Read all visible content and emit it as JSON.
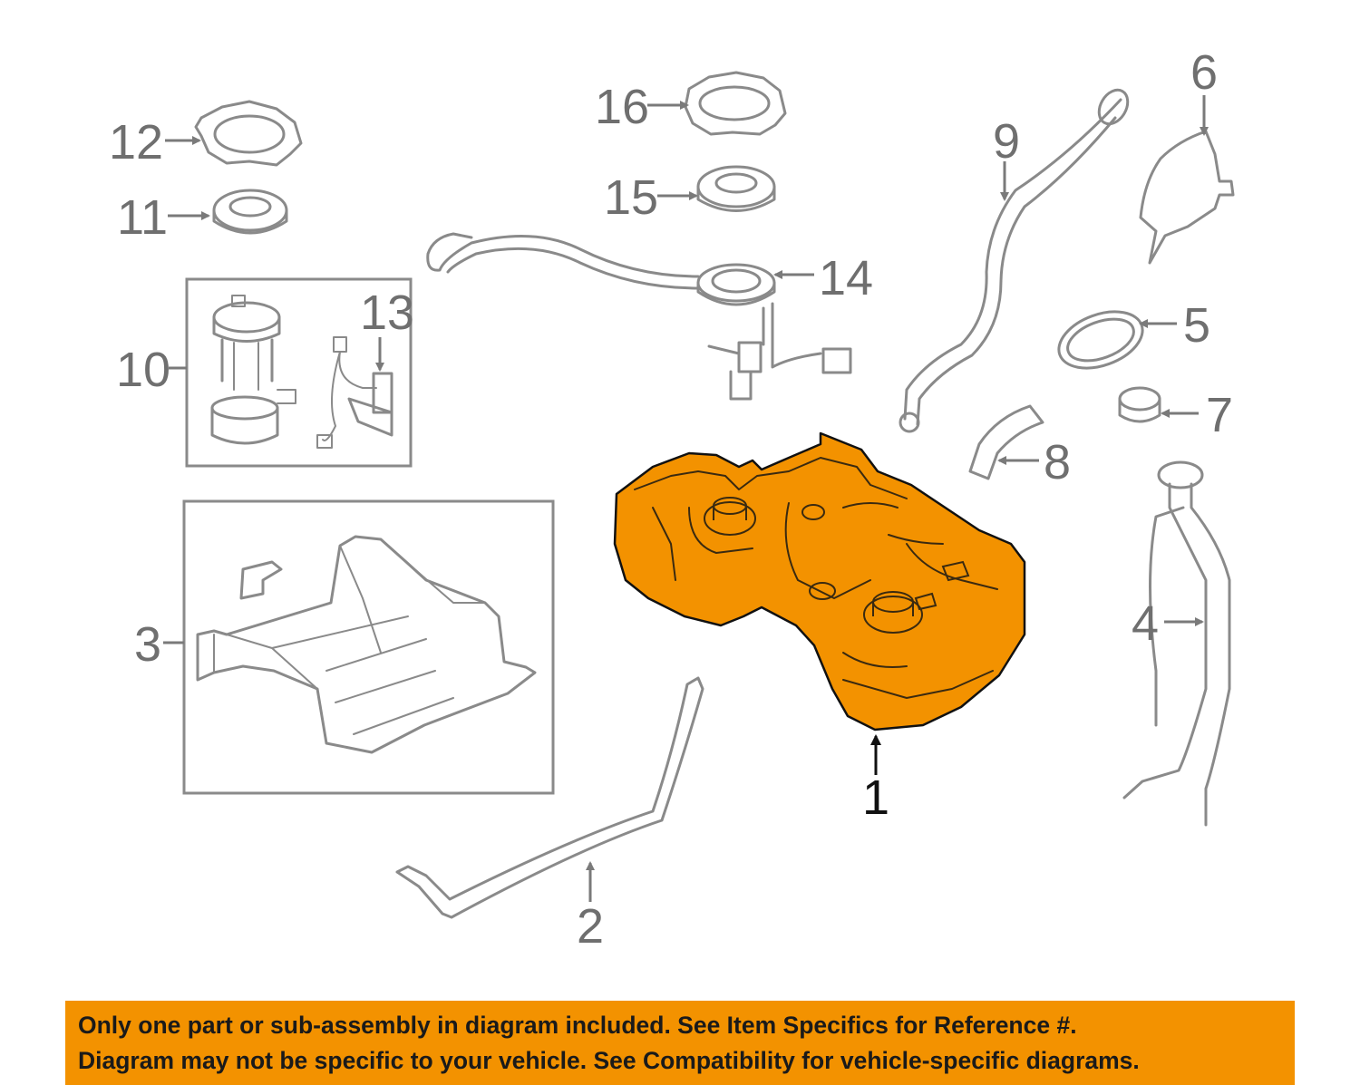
{
  "callouts": [
    {
      "number": "1",
      "part": "tank"
    },
    {
      "number": "2",
      "part": "strap"
    },
    {
      "number": "3",
      "part": "shield"
    },
    {
      "number": "4",
      "part": "filler-pipe"
    },
    {
      "number": "5",
      "part": "ring"
    },
    {
      "number": "6",
      "part": "bracket"
    },
    {
      "number": "7",
      "part": "cap"
    },
    {
      "number": "8",
      "part": "hose"
    },
    {
      "number": "9",
      "part": "vent-hose"
    },
    {
      "number": "10",
      "part": "pump-assembly"
    },
    {
      "number": "11",
      "part": "seal"
    },
    {
      "number": "12",
      "part": "lock-ring"
    },
    {
      "number": "13",
      "part": "sender"
    },
    {
      "number": "14",
      "part": "sender-unit"
    },
    {
      "number": "15",
      "part": "seal"
    },
    {
      "number": "16",
      "part": "lock-ring"
    }
  ],
  "colors": {
    "highlight": "#f39200",
    "linework": "#8a8a8a"
  },
  "banner": {
    "line1": "Only one part or sub-assembly in diagram included. See Item Specifics for Reference #.",
    "line2": "Diagram may not be specific to your vehicle. See Compatibility for vehicle-specific diagrams."
  }
}
